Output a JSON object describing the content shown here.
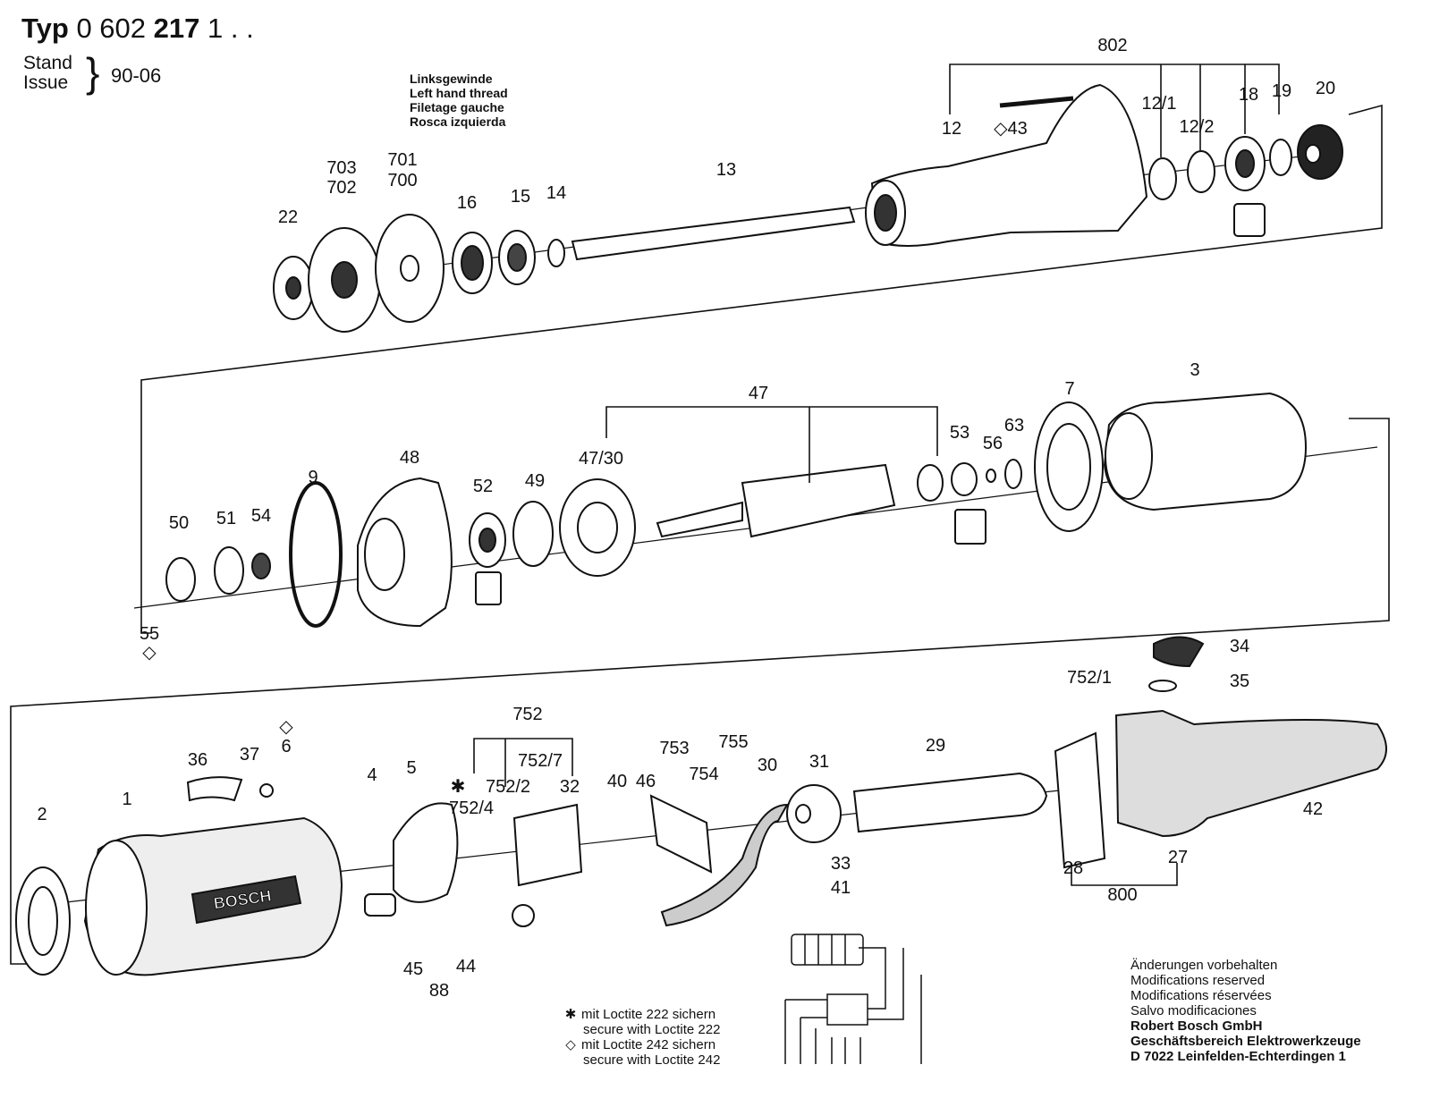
{
  "header": {
    "typ_label": "Typ",
    "typ_number_plain": "0 602",
    "typ_number_bold": "217",
    "typ_suffix": "1 . .",
    "stand_label": "Stand",
    "issue_label": "Issue",
    "stand_value": "90-06"
  },
  "thread_note": [
    "Linksgewinde",
    "Left hand thread",
    "Filetage gauche",
    "Rosca izquierda"
  ],
  "legend": {
    "star_symbol": "✱",
    "diamond_symbol": "◇",
    "star_line1": "mit Loctite 222 sichern",
    "star_line2": "secure with Loctite 222",
    "diamond_line1": "mit Loctite 242 sichern",
    "diamond_line2": "secure with Loctite 242"
  },
  "modifications": {
    "lines": [
      "Änderungen vorbehalten",
      "Modifications reserved",
      "Modifications réservées",
      "Salvo modificaciones"
    ],
    "company": [
      "Robert Bosch GmbH",
      "Geschäftsbereich Elektrowerkzeuge",
      "D 7022 Leinfelden-Echterdingen 1"
    ]
  },
  "brand_text": "BOSCH",
  "part_labels": [
    "802",
    "12",
    "◇43",
    "12/1",
    "12/2",
    "18",
    "19",
    "20",
    "13",
    "14",
    "15",
    "16",
    "701",
    "700",
    "703",
    "702",
    "22",
    "47",
    "3",
    "7",
    "63",
    "56",
    "53",
    "47/30",
    "49",
    "52",
    "48",
    "9",
    "54",
    "51",
    "50",
    "55",
    "◇",
    "752",
    "752/7",
    "752/2",
    "32",
    "✱",
    "752/4",
    "753",
    "755",
    "754",
    "30",
    "31",
    "29",
    "752/1",
    "34",
    "35",
    "42",
    "27",
    "28",
    "800",
    "40",
    "46",
    "33",
    "41",
    "4",
    "5",
    "36",
    "37",
    "6",
    "◇",
    "2",
    "1",
    "45",
    "88",
    "44"
  ]
}
